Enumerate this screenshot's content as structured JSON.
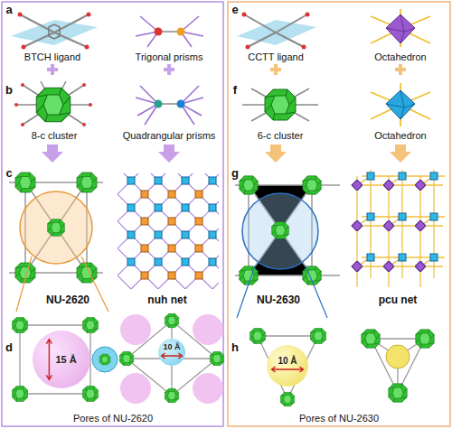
{
  "diagram": {
    "nodes": [
      {
        "text": [
          "15 Å"
        ]
      },
      {
        "text": [
          "10 Å"
        ]
      },
      {
        "text": [
          "10 Å"
        ]
      }
    ],
    "labels": [
      "a",
      "BTCH ligand",
      "Trigonal prisms",
      "b",
      "8-c cluster",
      "Quadrangular prisms",
      "c",
      "NU-2620",
      "nuh net",
      "d",
      "Pores of NU-2620",
      "e",
      "CCTT ligand",
      "Octahedron",
      "f",
      "6-c cluster",
      "Octahedron",
      "g",
      "NU-2630",
      "pcu net",
      "h",
      "Pores of NU-2630"
    ]
  }
}
